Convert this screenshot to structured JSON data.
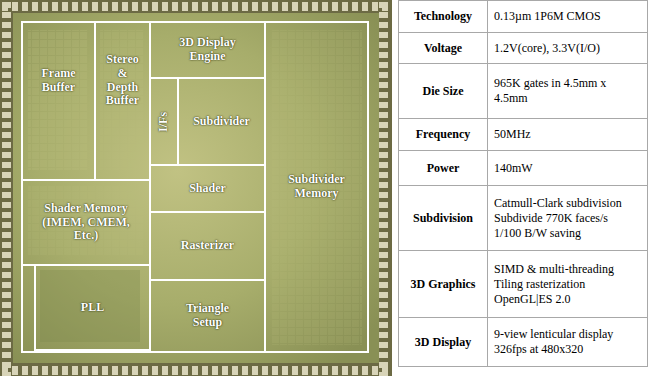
{
  "diagram": {
    "nodes": [
      {
        "text": [
          "Frame Buffer"
        ]
      },
      {
        "text": [
          "Stereo & Depth Buffer"
        ]
      },
      {
        "text": [
          "3D Display Engine"
        ]
      },
      {
        "text": [
          "I/Fs"
        ]
      },
      {
        "text": [
          "Subdivider"
        ]
      },
      {
        "text": [
          "Subdivider Memory"
        ]
      },
      {
        "text": [
          "Shader Memory (IMEM, CMEM, Etc.)"
        ]
      },
      {
        "text": [
          "Shader"
        ]
      },
      {
        "text": [
          "Rasterizer"
        ]
      },
      {
        "text": [
          "PLL"
        ]
      },
      {
        "text": [
          "Triangle Setup"
        ]
      }
    ],
    "labels": [
      "Technology",
      "0.13µm 1P6M CMOS",
      "Voltage",
      "1.2V(core), 3.3V(I/O)",
      "Die Size",
      "965K gates in 4.5mm x 4.5mm",
      "Frequency",
      "50MHz",
      "Power",
      "140mW",
      "Subdivision",
      "Catmull-Clark subdivision",
      "Subdivide 770K faces/s",
      "1/100 B/W saving",
      "3D Graphics",
      "SIMD & multi-threading",
      "Tiling rasterization",
      "OpenGL|ES 2.0",
      "3D Display",
      "9-view lenticular display",
      "326fps at 480x320"
    ]
  }
}
